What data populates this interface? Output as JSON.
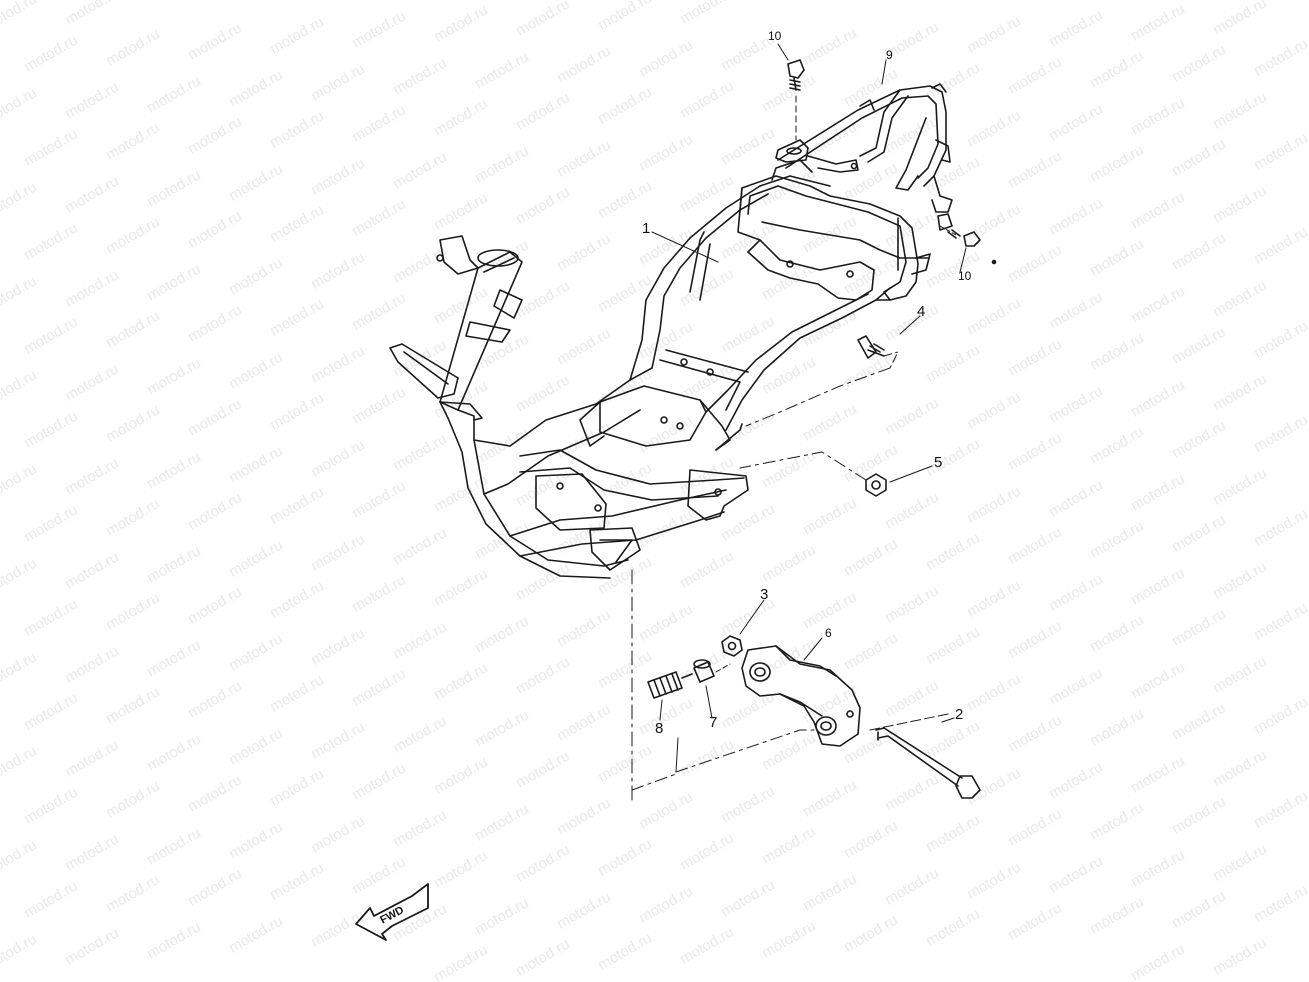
{
  "watermark": {
    "text": "motod.ru"
  },
  "colors": {
    "line": "#1a1a1a",
    "watermark": "#e9e9e9",
    "background": "#ffffff"
  },
  "callouts": {
    "frame": "1",
    "pivot_bolt": "2",
    "nut_small": "3",
    "bolt_4": "4",
    "nut_5": "5",
    "engine_bracket": "6",
    "collar": "7",
    "damper": "8",
    "rear_stay": "9",
    "bolt_top": "10",
    "bolt_right": "10"
  },
  "fwd_arrow": {
    "label": "FWD"
  }
}
